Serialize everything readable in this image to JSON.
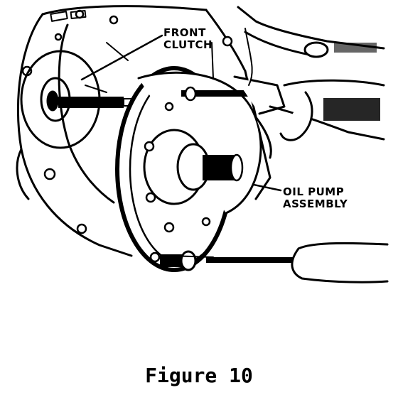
{
  "callouts": {
    "front_clutch": [
      "FRONT",
      "CLUTCH"
    ],
    "oil_pump_assembly": [
      "OIL PUMP",
      "ASSEMBLY"
    ]
  },
  "caption": "Figure 10",
  "colors": {
    "ink": "#000000",
    "paper": "#ffffff"
  }
}
